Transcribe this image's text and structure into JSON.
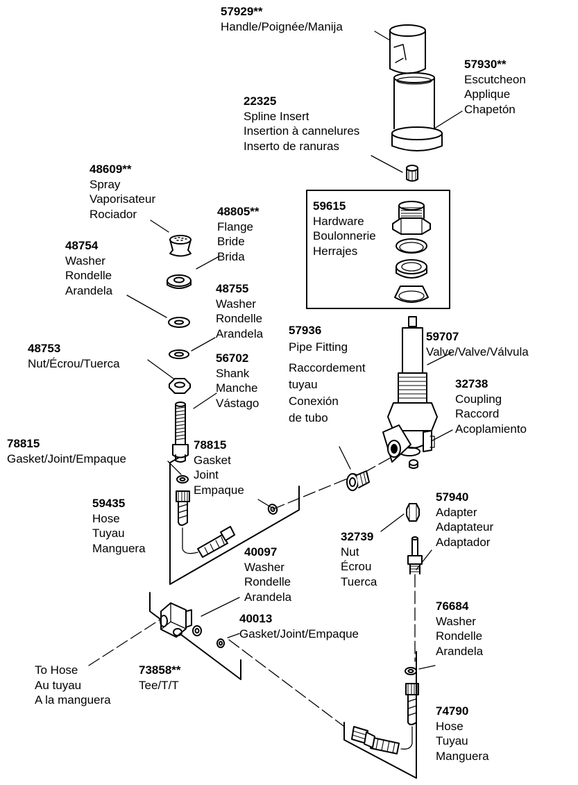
{
  "parts": {
    "handle": {
      "part_no": "57929**",
      "lines": [
        "Handle/Poignée/Manija"
      ]
    },
    "escutcheon": {
      "part_no": "57930**",
      "lines": [
        "Escutcheon",
        "Applique",
        "Chapetón"
      ]
    },
    "spline_insert": {
      "part_no": "22325",
      "lines": [
        "Spline Insert",
        "Insertion à cannelures",
        "Inserto de ranuras"
      ]
    },
    "spray": {
      "part_no": "48609**",
      "lines": [
        "Spray",
        "Vaporisateur",
        "Rociador"
      ]
    },
    "flange": {
      "part_no": "48805**",
      "lines": [
        "Flange",
        "Bride",
        "Brida"
      ]
    },
    "hardware": {
      "part_no": "59615",
      "lines": [
        "Hardware",
        "Boulonnerie",
        "Herrajes"
      ]
    },
    "washer_48754": {
      "part_no": "48754",
      "lines": [
        "Washer",
        "Rondelle",
        "Arandela"
      ]
    },
    "washer_48755": {
      "part_no": "48755",
      "lines": [
        "Washer",
        "Rondelle",
        "Arandela"
      ]
    },
    "nut_48753": {
      "part_no": "48753",
      "lines": [
        "Nut/Écrou/Tuerca"
      ]
    },
    "shank": {
      "part_no": "56702",
      "lines": [
        "Shank",
        "Manche",
        "Vástago"
      ]
    },
    "pipe_fitting": {
      "part_no": "57936",
      "lines": [
        "Pipe Fitting",
        "Raccordement",
        "tuyau",
        "Conexión",
        "de tubo"
      ]
    },
    "valve": {
      "part_no": "59707",
      "lines": [
        "Valve/Valve/Válvula"
      ]
    },
    "coupling": {
      "part_no": "32738",
      "lines": [
        "Coupling",
        "Raccord",
        "Acoplamiento"
      ]
    },
    "gasket_78815_a": {
      "part_no": "78815",
      "lines": [
        "Gasket/Joint/Empaque"
      ]
    },
    "gasket_78815_b": {
      "part_no": "78815",
      "lines": [
        "Gasket",
        "Joint",
        "Empaque"
      ]
    },
    "hose_59435": {
      "part_no": "59435",
      "lines": [
        "Hose",
        "Tuyau",
        "Manguera"
      ]
    },
    "adapter": {
      "part_no": "57940",
      "lines": [
        "Adapter",
        "Adaptateur",
        "Adaptador"
      ]
    },
    "nut_32739": {
      "part_no": "32739",
      "lines": [
        "Nut",
        "Écrou",
        "Tuerca"
      ]
    },
    "washer_40097": {
      "part_no": "40097",
      "lines": [
        "Washer",
        "Rondelle",
        "Arandela"
      ]
    },
    "gasket_40013": {
      "part_no": "40013",
      "lines": [
        "Gasket/Joint/Empaque"
      ]
    },
    "washer_76684": {
      "part_no": "76684",
      "lines": [
        "Washer",
        "Rondelle",
        "Arandela"
      ]
    },
    "tee": {
      "part_no": "73858**",
      "lines": [
        "Tee/T/T"
      ]
    },
    "hose_74790": {
      "part_no": "74790",
      "lines": [
        "Hose",
        "Tuyau",
        "Manguera"
      ]
    }
  },
  "to_hose": {
    "lines": [
      "To Hose",
      "Au tuyau",
      "A la manguera"
    ]
  }
}
